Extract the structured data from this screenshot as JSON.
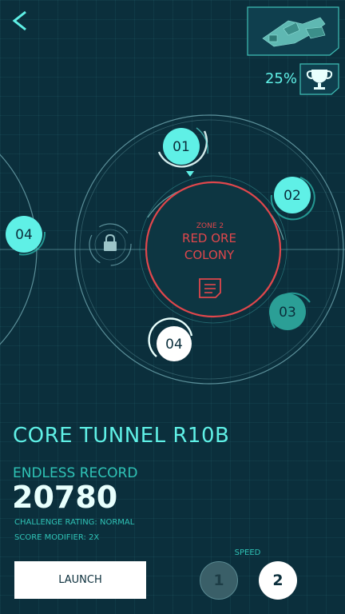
{
  "header": {
    "back_icon": "chevron-left-icon",
    "ship_icon": "spaceship-icon",
    "trophy_percent": "25%",
    "trophy_icon": "trophy-icon"
  },
  "map": {
    "zone_label": "ZONE 2",
    "zone_name_line1": "RED ORE",
    "zone_name_line2": "COLONY",
    "zone_icon": "document-icon",
    "lock_icon": "lock-icon",
    "nodes": [
      {
        "id": "node-01",
        "label": "01",
        "state": "current"
      },
      {
        "id": "node-02",
        "label": "02",
        "state": "available"
      },
      {
        "id": "node-03",
        "label": "03",
        "state": "completed"
      },
      {
        "id": "node-04",
        "label": "04",
        "state": "selected"
      },
      {
        "id": "node-04-left",
        "label": "04",
        "state": "available"
      }
    ],
    "colors": {
      "accent": "#5ff0e6",
      "teal_dark": "#2b9f96",
      "zone_red": "#e0474c",
      "background": "#0b2f3c"
    }
  },
  "mission": {
    "title": "CORE TUNNEL R10B",
    "record_label": "ENDLESS RECORD",
    "record_value": "20780",
    "challenge_rating": "CHALLENGE RATING: NORMAL",
    "score_modifier": "SCORE MODIFIER: 2X"
  },
  "controls": {
    "launch_label": "LAUNCH",
    "speed_label": "SPEED",
    "speed_options": [
      "1",
      "2"
    ],
    "speed_selected": "2"
  }
}
